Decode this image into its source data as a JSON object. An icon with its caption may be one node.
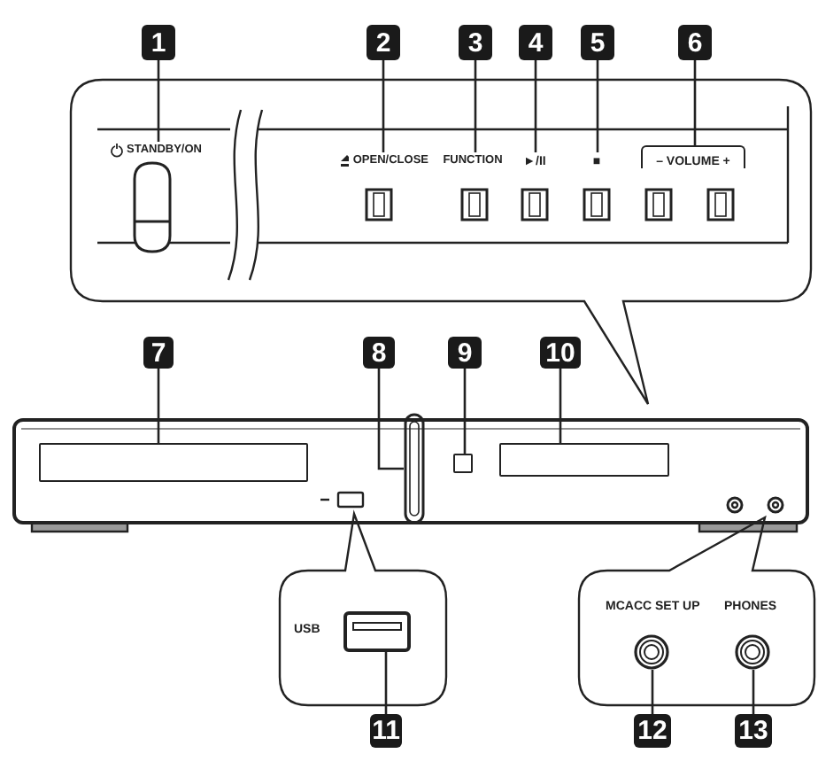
{
  "diagram": {
    "nodes": [
      {
        "text": [
          "1"
        ]
      },
      {
        "text": [
          "2"
        ]
      },
      {
        "text": [
          "3"
        ]
      },
      {
        "text": [
          "4"
        ]
      },
      {
        "text": [
          "5"
        ]
      },
      {
        "text": [
          "6"
        ]
      },
      {
        "text": [
          "7"
        ]
      },
      {
        "text": [
          "8"
        ]
      },
      {
        "text": [
          "9"
        ]
      },
      {
        "text": [
          "10"
        ]
      },
      {
        "text": [
          "11"
        ]
      },
      {
        "text": [
          "12"
        ]
      },
      {
        "text": [
          "13"
        ]
      },
      {
        "text": [
          "STANDBY/ON"
        ]
      },
      {
        "text": [
          "OPEN/CLOSE"
        ]
      },
      {
        "text": [
          "FUNCTION"
        ]
      },
      {
        "text": [
          "►/II"
        ]
      },
      {
        "text": [
          "■"
        ]
      },
      {
        "text": [
          "– VOLUME +"
        ]
      },
      {
        "text": [],
        "shape": "box"
      },
      {
        "text": [],
        "shape": "ellipse"
      },
      {
        "text": [],
        "shape": "box"
      },
      {
        "text": [],
        "shape": "box"
      },
      {
        "text": [],
        "shape": "box"
      },
      {
        "text": [],
        "shape": "circle"
      },
      {
        "text": [],
        "shape": "circle"
      }
    ],
    "edges": [
      {
        "from": 0,
        "to": 13,
        "arrow": "none"
      },
      {
        "from": 1,
        "to": 14,
        "arrow": "none"
      },
      {
        "from": 2,
        "to": 15,
        "arrow": "none"
      },
      {
        "from": 3,
        "to": 16,
        "arrow": "none"
      },
      {
        "from": 4,
        "to": 17,
        "arrow": "none"
      },
      {
        "from": 5,
        "to": 18,
        "arrow": "none"
      },
      {
        "from": 6,
        "to": 19,
        "arrow": "none"
      },
      {
        "from": 7,
        "to": 20,
        "arrow": "none"
      },
      {
        "from": 8,
        "to": 21,
        "arrow": "none"
      },
      {
        "from": 9,
        "to": 22,
        "arrow": "none"
      },
      {
        "from": 10,
        "to": 23,
        "arrow": "none"
      },
      {
        "from": 11,
        "to": 24,
        "arrow": "none"
      },
      {
        "from": 12,
        "to": 25,
        "arrow": "none"
      }
    ],
    "labels": [
      "USB",
      "MCACC SET UP",
      "PHONES"
    ]
  }
}
